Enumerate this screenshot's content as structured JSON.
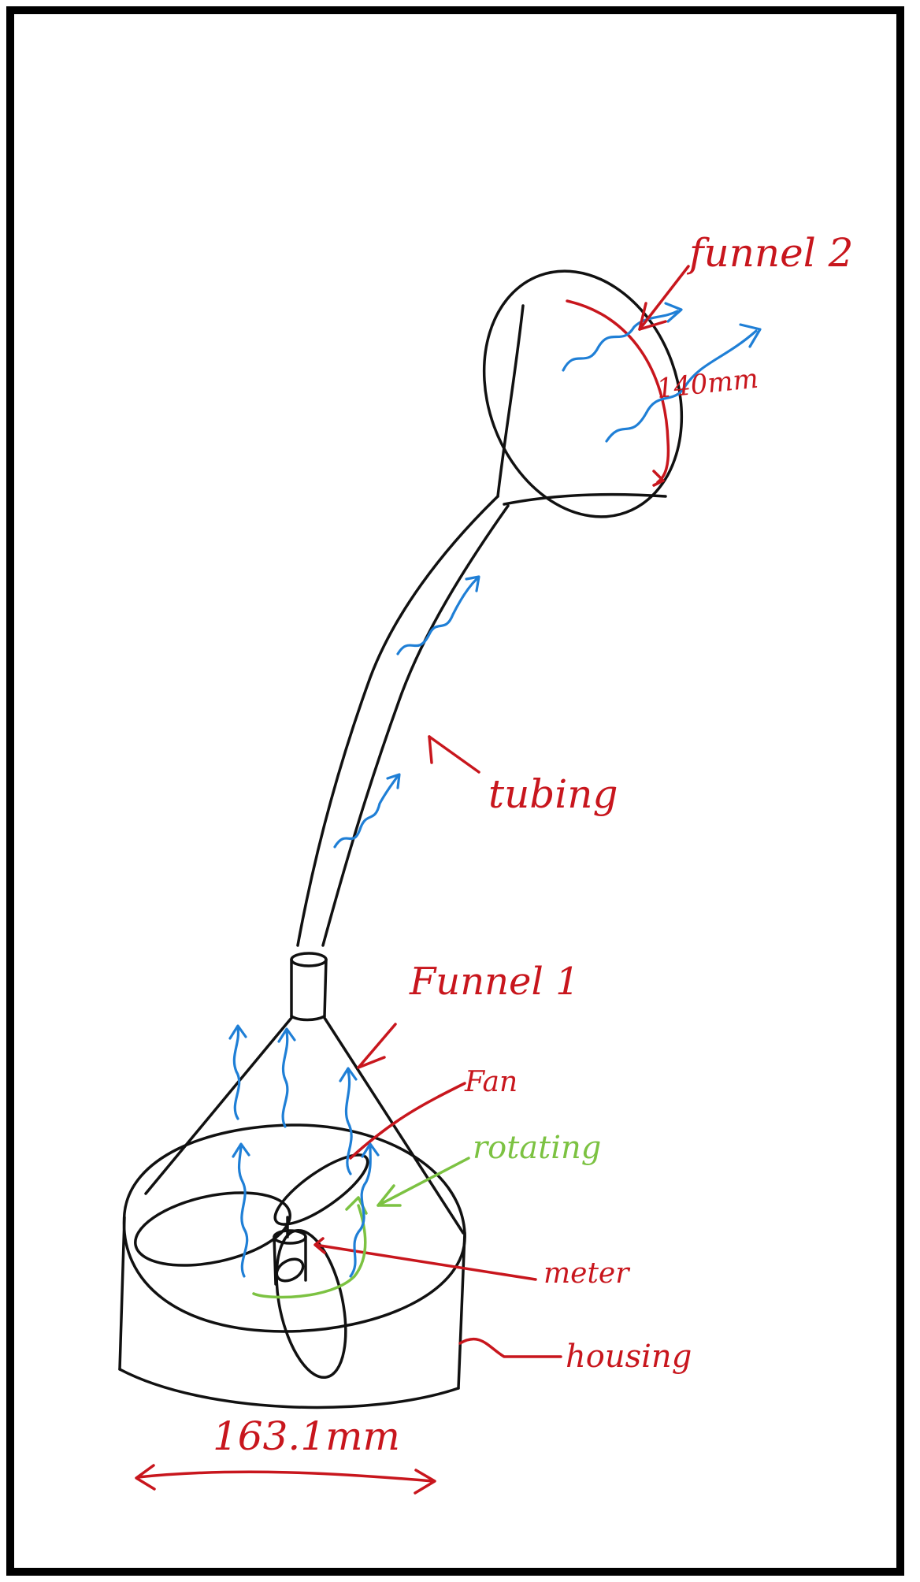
{
  "labels": {
    "funnel2": "funnel 2",
    "diameter_top": "140mm",
    "tubing": "tubing",
    "funnel1": "Funnel 1",
    "fan": "Fan",
    "rotating": "rotating",
    "motor": "meter",
    "housing": "housing",
    "diameter_base": "163.1mm"
  },
  "colors": {
    "ink": "#111111",
    "annotation": "#c8161d",
    "airflow": "#1f7fd6",
    "rotation": "#7cc242"
  }
}
